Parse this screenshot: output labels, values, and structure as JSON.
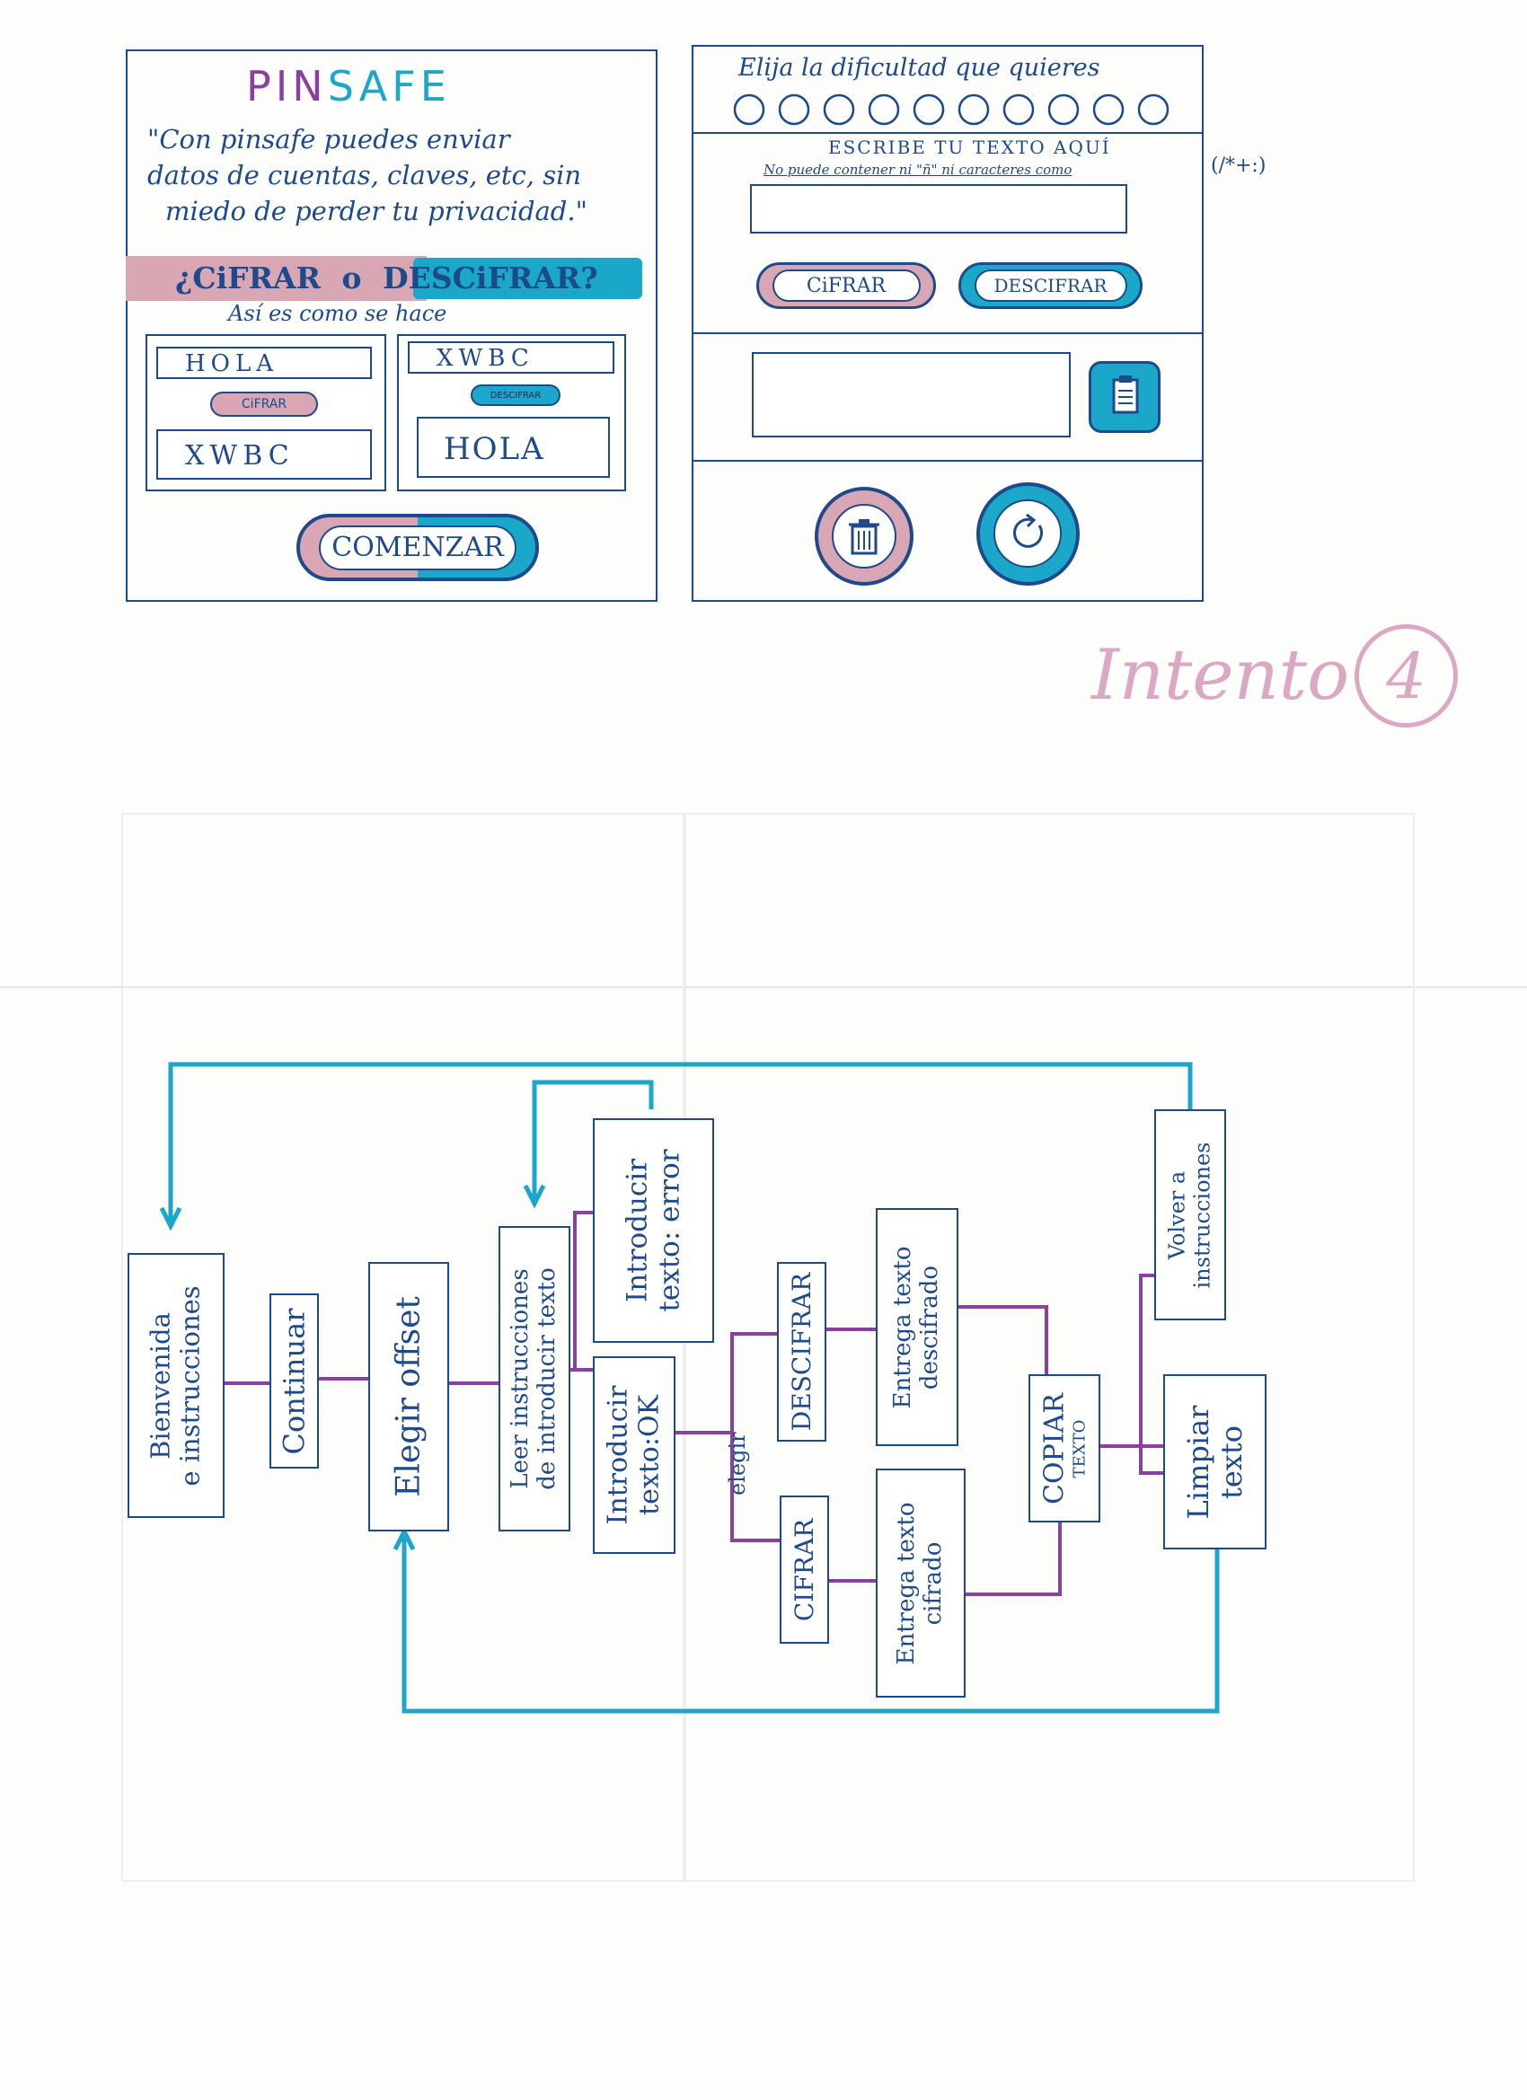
{
  "sketch_a": {
    "logo_pin": "PIN",
    "logo_safe": "SAFE",
    "quote_line1": "\"Con pinsafe puedes enviar",
    "quote_line2": "datos de cuentas, claves, etc, sin",
    "quote_line3": "miedo de perder tu privacidad.\"",
    "question_cifrar": "¿CiFRAR",
    "question_o": "o",
    "question_descifrar": "DESCiFRAR?",
    "subtitle": "Así es como se hace",
    "example_left": {
      "input": "HOLA",
      "button": "CiFRAR",
      "output": "XWBC"
    },
    "example_right": {
      "input": "XWBC",
      "button": "DESCIFRAR",
      "output": "HOLA"
    },
    "start_button": "COMENZAR"
  },
  "sketch_b": {
    "difficulty_label": "Elija la dificultad que quieres",
    "difficulty_option_count": 10,
    "write_prompt": "ESCRIBE TU TEXTO AQUÍ",
    "restriction_note": "No puede contener ni \"ñ\" ni caracteres como",
    "restriction_chars": "(/*+:)",
    "cifrar_button": "CiFRAR",
    "descifrar_button": "DESCIFRAR"
  },
  "attempt_label": "Intento",
  "attempt_number": "4",
  "flow": {
    "bienvenida": "Bienvenida\ne instrucciones",
    "continuar": "Continuar",
    "elegir_offset": "Elegir offset",
    "leer_instrucciones": "Leer instrucciones\nde introducir texto",
    "texto_error": "Introducir\ntexto: error",
    "texto_ok": "Introducir\ntexto:OK",
    "elegir": "elegir",
    "descifrar": "DESCIFRAR",
    "cifrar": "CIFRAR",
    "entrega_descifrado": "Entrega texto\ndescifrado",
    "entrega_cifrado": "Entrega texto\ncifrado",
    "copiar_main": "COPIAR",
    "copiar_sub": "TEXTO",
    "volver": "Volver a\ninstrucciones",
    "limpiar": "Limpiar\ntexto"
  },
  "colors": {
    "ink": "#1d4a8c",
    "cyan": "#1aa7c9",
    "pink": "#d9a6b3",
    "purple": "#8b3fa0",
    "attempt_pink": "#dba8c4"
  }
}
